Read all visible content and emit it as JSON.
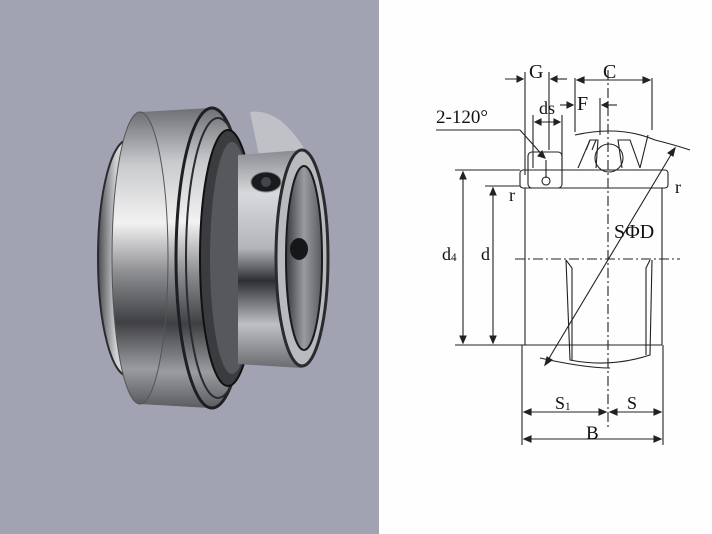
{
  "photo": {
    "subject": "insert ball bearing with set-screw collar",
    "background_color": "#a1a3b2"
  },
  "diagram": {
    "labels": {
      "G": "G",
      "C": "C",
      "F": "F",
      "ds": "ds",
      "angle": "2-120°",
      "r_left": "r",
      "r_right": "r",
      "sphere_diameter": "SΦD",
      "d4_main": "d",
      "d4_sub": "4",
      "d": "d",
      "S1_main": "S",
      "S1_sub": "1",
      "S": "S",
      "B": "B"
    }
  }
}
